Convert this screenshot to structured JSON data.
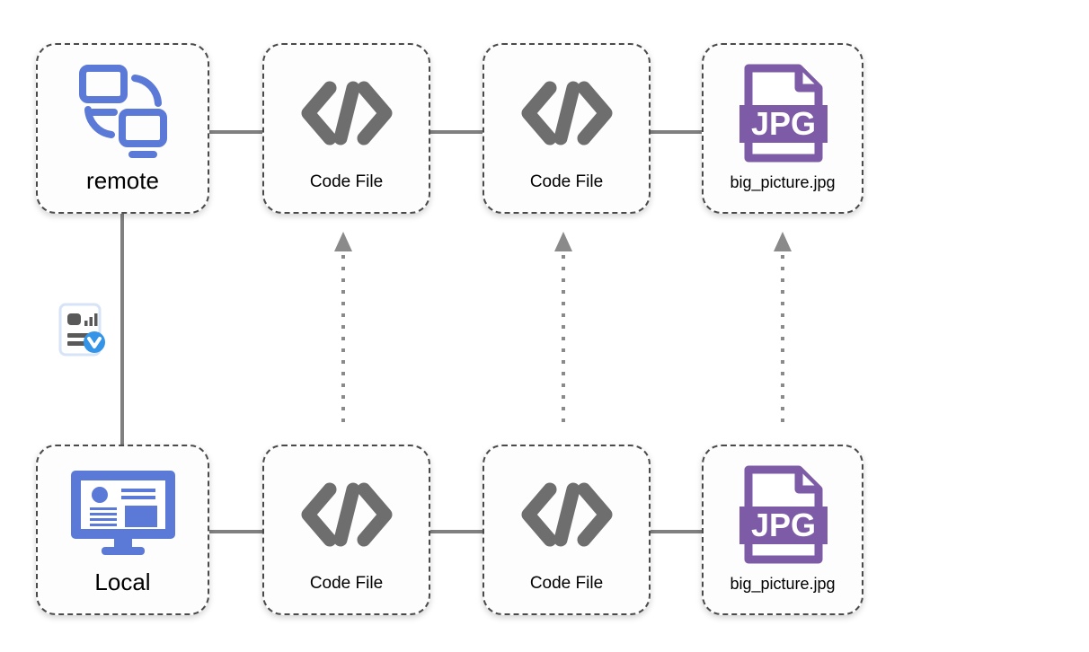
{
  "diagram": {
    "title": "remote-local file sync diagram",
    "background_color": "#ffffff",
    "colors": {
      "node_border": "#4a4a4a",
      "node_fill": "#fdfdfd",
      "connector": "#808080",
      "arrow": "#8a8a8a",
      "blue_icon": "#5b79d6",
      "gray_icon": "#6e6e6e",
      "purple_icon": "#7d5ba6",
      "badge_blue": "#3394e8",
      "badge_outline": "#d7e3f7",
      "badge_dark": "#595959"
    },
    "rows": [
      {
        "id": "remote-row",
        "name": "remote",
        "nodes": [
          {
            "id": "remote",
            "label": "remote",
            "icon": "remote-sync-icon",
            "label_size": "lg"
          },
          {
            "id": "remote-code-file-1",
            "label": "Code File",
            "icon": "code-file-icon",
            "label_size": "md"
          },
          {
            "id": "remote-code-file-2",
            "label": "Code File",
            "icon": "code-file-icon",
            "label_size": "md"
          },
          {
            "id": "remote-big-picture",
            "label": "big_picture.jpg",
            "icon": "jpg-file-icon",
            "label_size": "sm"
          }
        ]
      },
      {
        "id": "local-row",
        "name": "Local",
        "nodes": [
          {
            "id": "local",
            "label": "Local",
            "icon": "desktop-monitor-icon",
            "label_size": "lg"
          },
          {
            "id": "local-code-file-1",
            "label": "Code File",
            "icon": "code-file-icon",
            "label_size": "md"
          },
          {
            "id": "local-code-file-2",
            "label": "Code File",
            "icon": "code-file-icon",
            "label_size": "md"
          },
          {
            "id": "local-big-picture",
            "label": "big_picture.jpg",
            "icon": "jpg-file-icon",
            "label_size": "sm"
          }
        ]
      }
    ],
    "jpg_badge_text": "JPG",
    "badge": {
      "id": "doc-chart-verified-badge",
      "icon": "document-chart-verified-icon"
    },
    "connectors": {
      "horizontal_style": "solid",
      "vertical_style": "solid",
      "upward_style": "dotted",
      "upward_arrow_count": 3
    }
  }
}
